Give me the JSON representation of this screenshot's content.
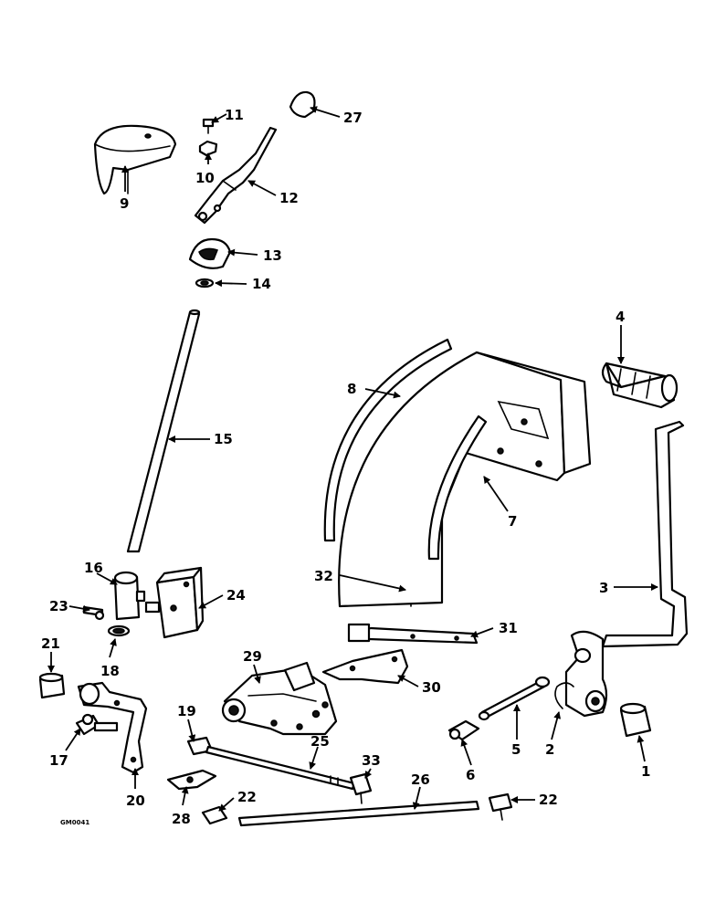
{
  "drawing_code": "GM0041",
  "callouts": [
    "1",
    "2",
    "3",
    "4",
    "5",
    "6",
    "7",
    "8",
    "9",
    "10",
    "11",
    "12",
    "13",
    "14",
    "15",
    "16",
    "17",
    "18",
    "19",
    "20",
    "21",
    "22",
    "22",
    "23",
    "24",
    "25",
    "26",
    "27",
    "28",
    "29",
    "30",
    "31",
    "32",
    "33"
  ],
  "colors": {
    "line": "#000000",
    "paper": "#ffffff"
  }
}
